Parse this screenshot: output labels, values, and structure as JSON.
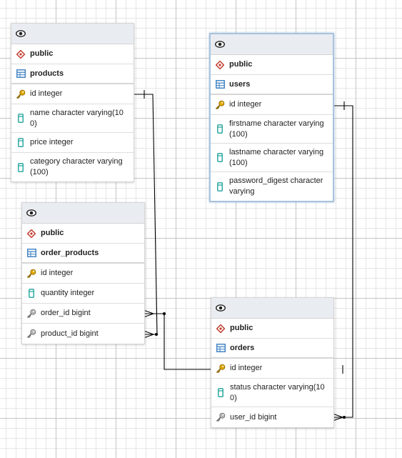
{
  "tables": {
    "products": {
      "schema": "public",
      "name": "products",
      "columns": [
        {
          "name": "id integer",
          "kind": "key-icon"
        },
        {
          "name": "name character varying(10\n0)",
          "kind": "column-icon"
        },
        {
          "name": "price integer",
          "kind": "column-icon"
        },
        {
          "name": "category character varying\n(100)",
          "kind": "column-icon"
        }
      ]
    },
    "users": {
      "schema": "public",
      "name": "users",
      "columns": [
        {
          "name": "id integer",
          "kind": "key-icon"
        },
        {
          "name": "firstname character varying\n(100)",
          "kind": "column-icon"
        },
        {
          "name": "lastname character varying\n(100)",
          "kind": "column-icon"
        },
        {
          "name": "password_digest character\nvarying",
          "kind": "column-icon"
        }
      ]
    },
    "order_products": {
      "schema": "public",
      "name": "order_products",
      "columns": [
        {
          "name": "id integer",
          "kind": "key-icon"
        },
        {
          "name": "quantity integer",
          "kind": "column-icon"
        },
        {
          "name": "order_id bigint",
          "kind": "foreign-key-icon"
        },
        {
          "name": "product_id bigint",
          "kind": "foreign-key-icon"
        }
      ]
    },
    "orders": {
      "schema": "public",
      "name": "orders",
      "columns": [
        {
          "name": "id integer",
          "kind": "key-icon"
        },
        {
          "name": "status character varying(10\n0)",
          "kind": "column-icon"
        },
        {
          "name": "user_id bigint",
          "kind": "foreign-key-icon"
        }
      ]
    }
  },
  "icons": {
    "header": "eye-icon",
    "schema": "schema-icon",
    "table": "table-icon",
    "key": "key-icon",
    "column": "column-icon",
    "foreign_key": "foreign-key-icon"
  },
  "relationships": [
    {
      "from": "products.id",
      "to": "order_products.product_id",
      "cardinality": "one-to-many"
    },
    {
      "from": "orders.id",
      "to": "order_products.order_id",
      "cardinality": "one-to-many"
    },
    {
      "from": "users.id",
      "to": "orders.user_id",
      "cardinality": "one-to-many"
    }
  ],
  "colors": {
    "header_bg": "#e9ecf1",
    "schema_icon": "#c0392b",
    "table_icon": "#3a7fc1",
    "key_icon": "#e0a800",
    "column_icon": "#1fa39a",
    "foreign_key_icon": "#8a8a8a",
    "selected_border": "#a9c3dc"
  }
}
